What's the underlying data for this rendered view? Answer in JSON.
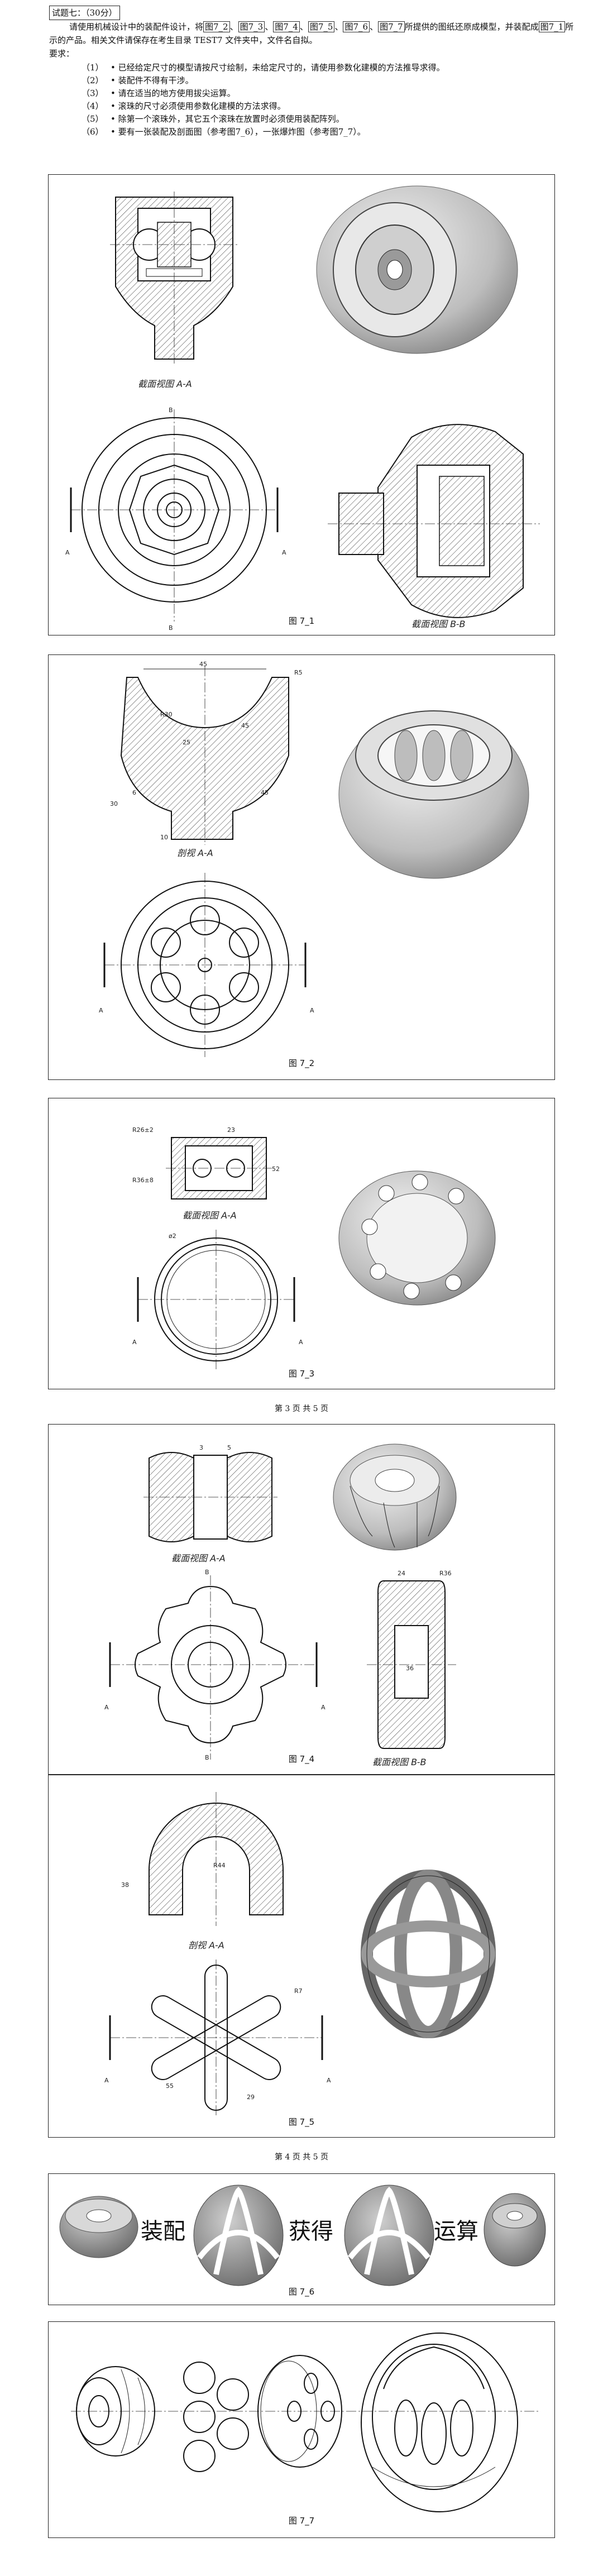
{
  "header": {
    "title": "试题七：（30分）",
    "intro_a": "请使用机械设计中的装配件设计，将",
    "intro_refs": [
      "图7_2",
      "图7_3",
      "图7_4",
      "图7_5",
      "图7_6",
      "图7_7"
    ],
    "intro_b": "所提供的图纸还原成模型，并装配成",
    "intro_ref2": "图7_1",
    "intro_c": "所示的产品。相关文件请保存在考生目录 TEST7 文件夹中，文件名自拟。",
    "req_label": "要求：",
    "requirements": [
      {
        "num": "（1）",
        "text": "• 已经给定尺寸的模型请按尺寸绘制，未给定尺寸的，请使用参数化建模的方法推导求得。"
      },
      {
        "num": "（2）",
        "text": "• 装配件不得有干涉。"
      },
      {
        "num": "（3）",
        "text": "• 请在适当的地方使用拔尖运算。"
      },
      {
        "num": "（4）",
        "text": "• 滚珠的尺寸必须使用参数化建模的方法求得。"
      },
      {
        "num": "（5）",
        "text": "• 除第一个滚珠外，其它五个滚珠在放置时必须使用装配阵列。"
      },
      {
        "num": "（6）",
        "text": "• 要有一张装配及剖面图（参考图7_6），一张爆炸图（参考图7_7）。"
      }
    ]
  },
  "figures": [
    {
      "id": "7_1",
      "caption": "图 7_1",
      "labels": [
        "截面视图 A-A",
        "截面视图 B-B",
        "A",
        "A",
        "B",
        "B"
      ]
    },
    {
      "id": "7_2",
      "caption": "图 7_2",
      "labels": [
        "剖视 A-A",
        "A",
        "A",
        "R5",
        "45",
        "R30",
        "25",
        "45",
        "30",
        "6",
        "10",
        "45"
      ]
    },
    {
      "id": "7_3",
      "caption": "图 7_3",
      "labels": [
        "截面视图 A-A",
        "A",
        "A",
        "R26±2",
        "R36±8",
        "23",
        "52",
        "ø2"
      ]
    },
    {
      "id": "7_4",
      "caption": "图 7_4",
      "labels": [
        "截面视图 A-A",
        "截面视图 B-B",
        "A",
        "A",
        "B",
        "B",
        "24",
        "R36",
        "36",
        "3",
        "5"
      ]
    },
    {
      "id": "7_5",
      "caption": "图 7_5",
      "labels": [
        "剖视 A-A",
        "A",
        "A",
        "R44",
        "38",
        "R7",
        "29",
        "55"
      ]
    },
    {
      "id": "7_6",
      "caption": "图 7_6",
      "words": [
        "装配",
        "获得",
        "运算"
      ]
    },
    {
      "id": "7_7",
      "caption": "图 7_7"
    }
  ],
  "page_numbers": [
    "第 3 页 共 5 页",
    "第 4 页 共 5 页"
  ]
}
